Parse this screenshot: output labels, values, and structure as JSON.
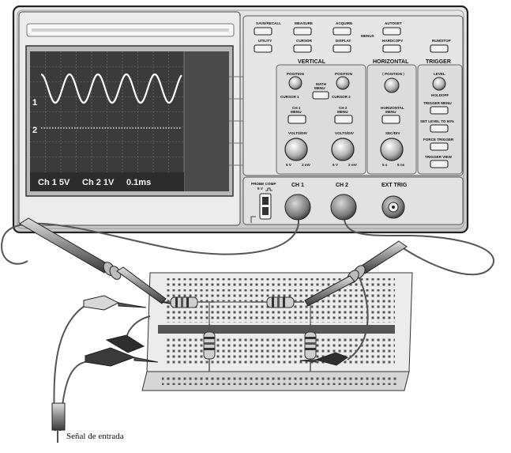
{
  "scope": {
    "menu_buttons": [
      "SAVE/RECALL",
      "MEASURE",
      "ACQUIRE",
      "UTILITY",
      "CURSOR",
      "DISPLAY"
    ],
    "menus_label": "MENUS",
    "autoset": "AUTOSET",
    "hardcopy": "HARDCOPY",
    "runstop": "RUN/STOP",
    "vertical": {
      "title": "VERTICAL",
      "position": "POSITION",
      "math_menu": "MATH\nMENU",
      "cursor1": "CURSOR 1",
      "cursor2": "CURSOR 2",
      "ch1_menu": "CH 1\nMENU",
      "ch2_menu": "CH 2\nMENU",
      "volts_div": "VOLTS/DIV",
      "range_left": "5 V",
      "range_right": "2 mV"
    },
    "horizontal": {
      "title": "HORIZONTAL",
      "position": "POSITION",
      "menu": "HORIZONTAL\nMENU",
      "sec_div": "SEC/DIV",
      "range_left": "5 s",
      "range_right": "5 ns"
    },
    "trigger": {
      "title": "TRIGGER",
      "level": "LEVEL",
      "holdoff": "HOLDOFF",
      "buttons": [
        "TRIGGER MENU",
        "SET LEVEL TO 50%",
        "FORCE TRIGGER",
        "TRIGGER VIEW"
      ]
    },
    "probe_comp": "PROBE COMP",
    "probe_comp_value": "5 V",
    "inputs": [
      "CH 1",
      "CH 2",
      "EXT TRIG"
    ],
    "screen": {
      "ch1_marker": "1",
      "ch2_marker": "2",
      "readout_ch1": "Ch 1 5V",
      "readout_ch2": "Ch 2 1V",
      "readout_time": "0.1ms"
    }
  },
  "caption": "Señal de entrada"
}
